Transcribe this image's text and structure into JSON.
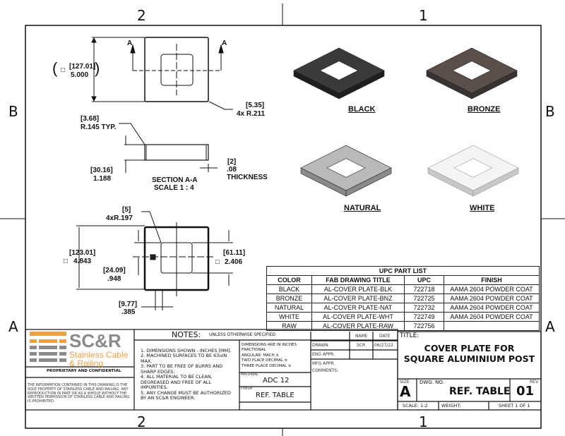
{
  "zones": {
    "top": [
      "2",
      "1"
    ],
    "bottom": [
      "2",
      "1"
    ],
    "left": [
      "B",
      "A"
    ],
    "right": [
      "B",
      "A"
    ]
  },
  "views": {
    "top_view": {
      "section_marker": "A",
      "dim_size_mm": "[127.01]",
      "dim_size_in": "5.000",
      "corner_mm": "[5.35]",
      "corner_in": "4x R.211"
    },
    "section": {
      "radius_mm": "[3.68]",
      "radius_in": "R.145 TYP.",
      "height_mm": "[30.16]",
      "height_in": "1.188",
      "thick_mm": "[2]",
      "thick_in": ".08",
      "thick_label": "THICKNESS",
      "title": "SECTION A-A",
      "scale": "SCALE 1 : 4"
    },
    "bottom_view": {
      "radius_mm": "[5]",
      "radius_in": "4xR.197",
      "outer_mm": "[123.01]",
      "outer_in": "4.843",
      "inner_mm": "[61.11]",
      "inner_in": "2.406",
      "offset_mm": "[24.09]",
      "offset_in": ".948",
      "tab_mm": "[9.77]",
      "tab_in": ".385",
      "square_symbol": "□"
    }
  },
  "plates": [
    {
      "label": "BLACK",
      "top": "#3a3a3a",
      "side": "#1e1e1e"
    },
    {
      "label": "BRONZE",
      "top": "#5a4f49",
      "side": "#3a322e"
    },
    {
      "label": "NATURAL",
      "top": "#b9b9b9",
      "side": "#8a8a8a"
    },
    {
      "label": "WHITE",
      "top": "#f4f4f4",
      "side": "#c8c8c8"
    }
  ],
  "upc": {
    "title": "UPC PART LIST",
    "headers": [
      "COLOR",
      "FAB DRAWING TITLE",
      "UPC",
      "FINISH"
    ],
    "rows": [
      [
        "BLACK",
        "AL-COVER PLATE-BLK",
        "722718",
        "AAMA 2604 POWDER COAT"
      ],
      [
        "BRONZE",
        "AL-COVER PLATE-BNZ",
        "722725",
        "AAMA 2604 POWDER COAT"
      ],
      [
        "NATURAL",
        "AL-COVER PLATE-NAT",
        "722732",
        "AAMA 2604 POWDER COAT"
      ],
      [
        "WHITE",
        "AL-COVER PLATE-WHT",
        "722749",
        "AAMA 2604 POWDER COAT"
      ],
      [
        "RAW",
        "AL-COVER PLATE-RAW",
        "722756",
        ""
      ]
    ]
  },
  "logo": {
    "mark": "SC&R",
    "line1": "Stainless Cable",
    "line2": "& Railing",
    "orange": "#f0a040",
    "gray": "#8a8a8a"
  },
  "proprietary": "PROPRIETARY AND CONFIDENTIAL",
  "disclaimer": "THE INFORMATION CONTAINED IN THIS DRAWING IS THE SOLE PROPERTY OF STAINLESS CABLE AND RAILING. ANY REPRODUCTION IN PART OR AS A WHOLE WITHOUT THE WRITTEN PERMISSION OF STAINLESS CABLE AND RAILING IS PROHIBITED.",
  "notes": {
    "title": "NOTES:",
    "sub": "UNLESS OTHERWISE SPECIFIED",
    "items": [
      "1. DIMENSIONS SHOWN - INCHES [MM].",
      "2. MACHINED SURFACES TO BE 63uIN MAX.",
      "3. PART TO BE FREE OF BURRS AND SHARP EDGES.",
      "4. ALL MATERIAL TO BE CLEAN, DEGREASED AND FREE OF ALL IMPURITIES.",
      "5. ANY CHANGE MUST BE AUTHORIZED BY AN SC&R ENGINEER."
    ]
  },
  "tolerances": [
    "DIMENSIONS ARE IN INCHES",
    "FRACTIONAL",
    "ANGULAR: MACH  ±",
    "TWO PLACE DECIMAL  ±",
    "THREE PLACE DECIMAL  ±"
  ],
  "material": {
    "label": "MATERIAL",
    "value": "ADC 12"
  },
  "finish": {
    "label": "FINISH",
    "value": "REF. TABLE"
  },
  "approvals": {
    "name_h": "NAME",
    "date_h": "DATE",
    "drawn": "DRAWN",
    "drawn_name": "SCR",
    "drawn_date": "06/27/22",
    "eng": "ENG APPR.",
    "mfg": "MFG APPR.",
    "comments": "COMMENTS:"
  },
  "title_block": {
    "title_label": "TITLE:",
    "title1": "COVER PLATE FOR",
    "title2": "SQUARE ALUMINIUM POST",
    "size_label": "SIZE",
    "size": "A",
    "dwg_label": "DWG. NO.",
    "dwg": "REF. TABLE",
    "rev_label": "REV",
    "rev": "01",
    "scale": "SCALE: 1:2",
    "weight": "WEIGHT:",
    "sheet": "SHEET 1 OF 1"
  }
}
